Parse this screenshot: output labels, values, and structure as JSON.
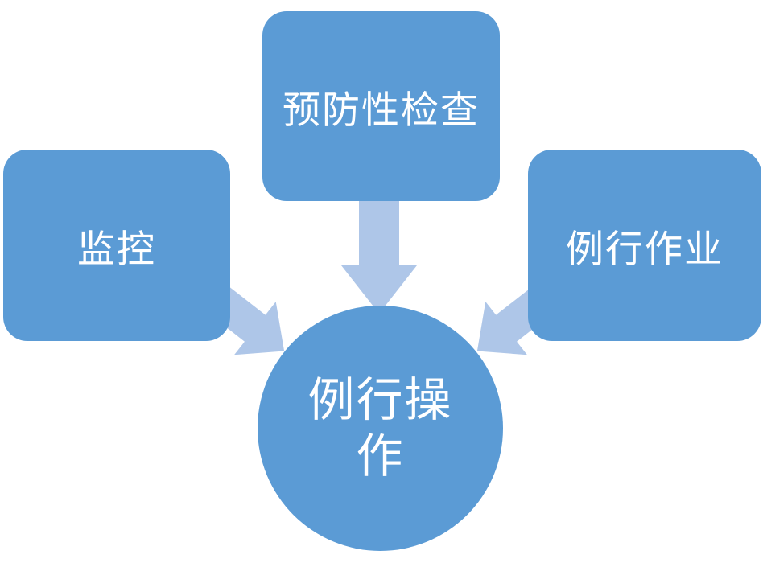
{
  "diagram": {
    "title": "routine-operation-diagram",
    "colors": {
      "background": "#ffffff",
      "node_fill": "#5b9bd5",
      "arrow_fill": "#aec6e8",
      "text": "#ffffff"
    },
    "nodes": {
      "monitoring": {
        "label": "监控"
      },
      "preventive_inspection": {
        "label": "预防性检查"
      },
      "routine_work": {
        "label": "例行作业"
      },
      "routine_operation": {
        "label": "例行操作"
      }
    },
    "edges": [
      {
        "from": "preventive_inspection",
        "to": "routine_operation",
        "style": "block-arrow-down"
      },
      {
        "from": "monitoring",
        "to": "routine_operation",
        "style": "block-arrow-diagonal"
      },
      {
        "from": "routine_work",
        "to": "routine_operation",
        "style": "block-arrow-diagonal"
      }
    ]
  }
}
